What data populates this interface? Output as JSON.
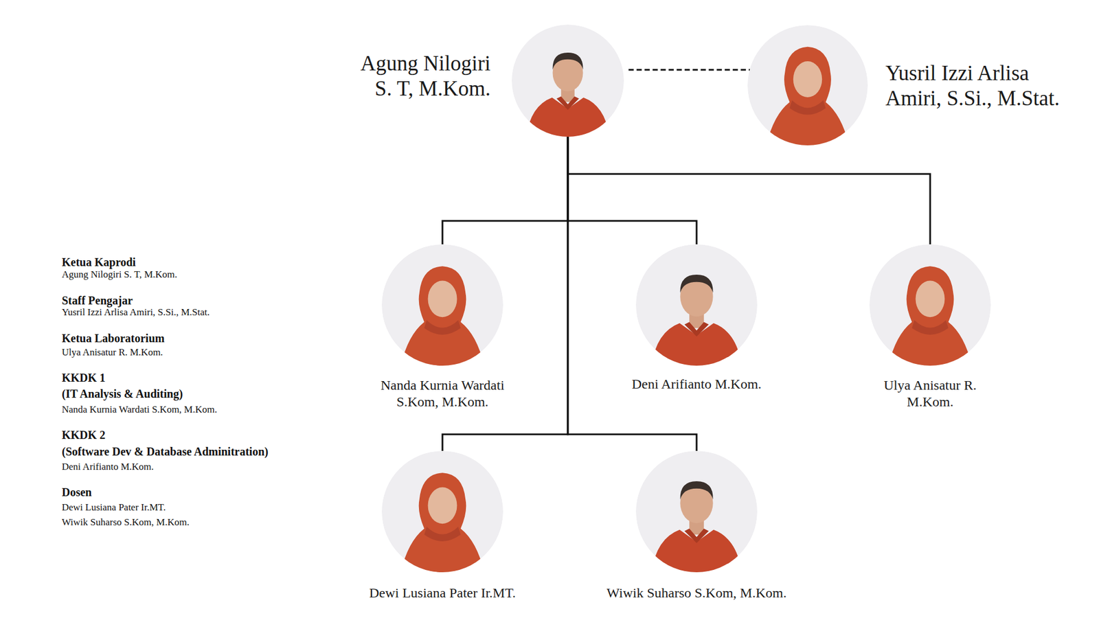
{
  "diagram": {
    "nodes": [
      {
        "text": [
          "Agung Nilogiri S. T, M.Kom."
        ]
      },
      {
        "text": [
          "Yusril Izzi Arlisa Amiri, S.Si., M.Stat."
        ]
      },
      {
        "text": [
          "Nanda Kurnia Wardati S.Kom, M.Kom."
        ]
      },
      {
        "text": [
          "Deni Arifianto M.Kom."
        ]
      },
      {
        "text": [
          "Ulya Anisatur R. M.Kom."
        ]
      },
      {
        "text": [
          "Dewi Lusiana Pater Ir.MT."
        ]
      },
      {
        "text": [
          "Wiwik Suharso S.Kom, M.Kom."
        ]
      }
    ],
    "edges": [
      {
        "from": 0,
        "to": 1,
        "arrow": "none"
      },
      {
        "from": 0,
        "to": 2,
        "arrow": "none"
      },
      {
        "from": 0,
        "to": 3,
        "arrow": "none"
      },
      {
        "from": 0,
        "to": 4,
        "arrow": "none"
      },
      {
        "from": 0,
        "to": 5,
        "arrow": "none"
      },
      {
        "from": 0,
        "to": 6,
        "arrow": "none"
      }
    ],
    "labels": [
      "Ketua Kaprodi",
      "Agung Nilogiri S. T, M.Kom.",
      "Staff Pengajar",
      "Yusril Izzi Arlisa Amiri, S.Si., M.Stat.",
      "Ketua Laboratorium",
      "Ulya Anisatur R. M.Kom.",
      "KKDK 1",
      "(IT Analysis & Auditing)",
      "Nanda Kurnia Wardati S.Kom, M.Kom.",
      "KKDK 2",
      "(Software Dev & Database Adminitration)",
      "Deni Arifianto M.Kom.",
      "Dosen",
      "Dewi Lusiana Pater Ir.MT.",
      "Wiwik Suharso S.Kom, M.Kom."
    ]
  }
}
